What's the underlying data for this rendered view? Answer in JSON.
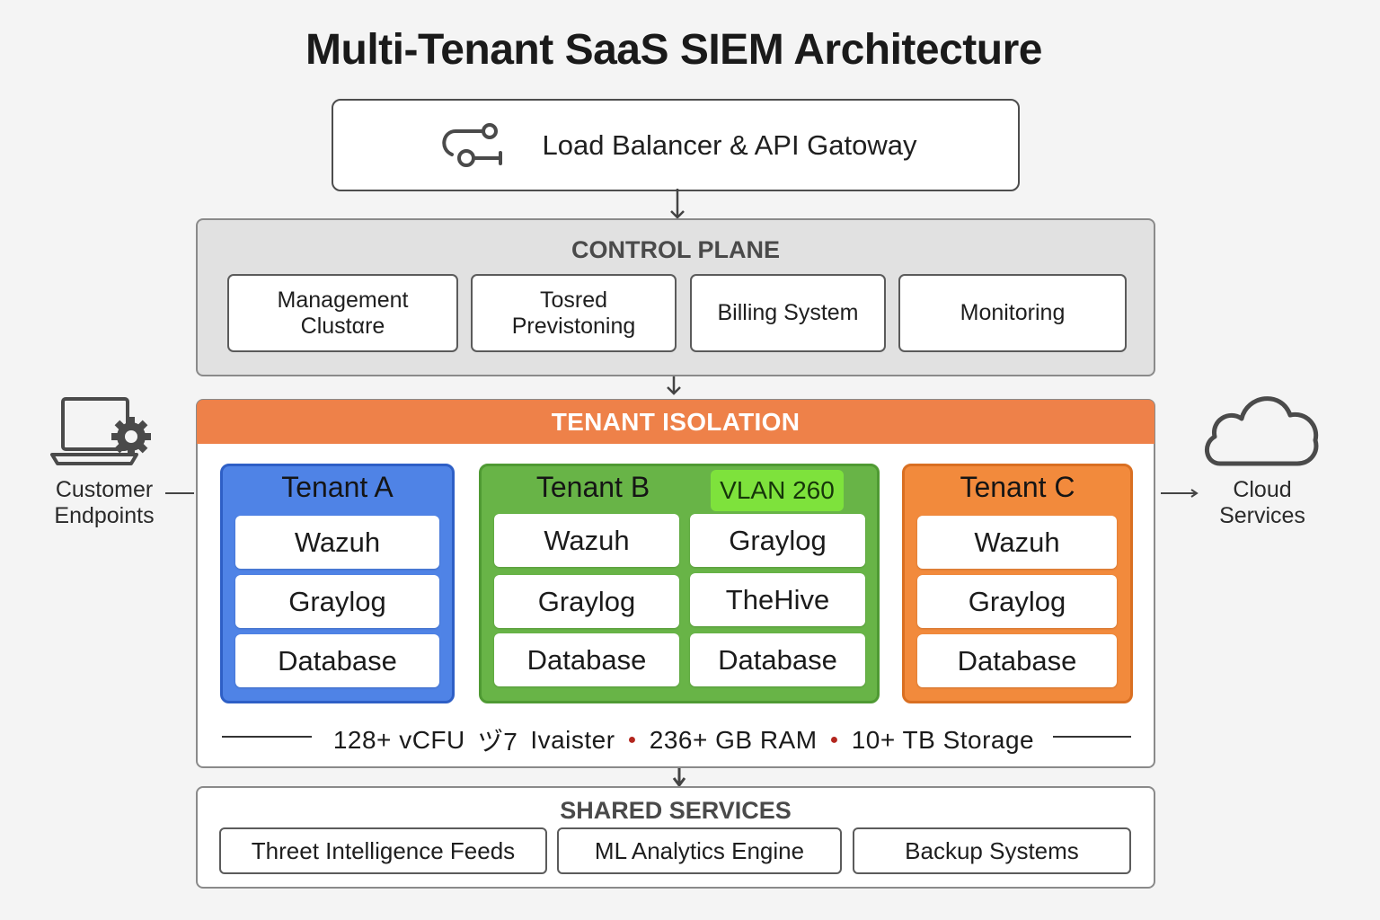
{
  "title": "Multi-Tenant SaaS SIEM Architecture",
  "load_balancer": {
    "label": "Load Balancer & API Gatoway",
    "icon": "route-icon"
  },
  "control_plane": {
    "heading": "CONTROL PLANE",
    "items": [
      "Management\nClustαre",
      "Tosred\nPrevistoning",
      "Billing System",
      "Monitoring"
    ]
  },
  "tenant_isolation": {
    "heading": "TENANT ISOLATION",
    "tenants": [
      {
        "name": "Tenant A",
        "color": "#4f83e6",
        "services": [
          "Wazuh",
          "Graylog",
          "Database"
        ]
      },
      {
        "name": "Tenant B",
        "color": "#68b447",
        "vlan": "VLAN 260",
        "services_left": [
          "Wazuh",
          "Graylog",
          "Database"
        ],
        "services_right": [
          "Graylog",
          "TheHive",
          "Database"
        ]
      },
      {
        "name": "Tenant C",
        "color": "#f28a3c",
        "services": [
          "Wazuh",
          "Graylog",
          "Database"
        ]
      }
    ],
    "resources": {
      "cpu": "128+ vCFU",
      "glyph": "ヅ7",
      "cluster": "Ivaister",
      "ram": "236+ GB RAM",
      "storage": "10+ TB Storage"
    }
  },
  "shared_services": {
    "heading": "SHARED SERVICES",
    "items": [
      "Threet Intelligence Feeds",
      "ML Analytics Engine",
      "Backup Systems"
    ]
  },
  "customer_endpoints": {
    "label": "Customer\nEndpoints",
    "icon": "laptop-gear-icon"
  },
  "cloud_services": {
    "label": "Cloud\nServices",
    "icon": "cloud-icon"
  },
  "colors": {
    "isolation_header": "#ee8149",
    "vlan_badge": "#7ee23c"
  }
}
